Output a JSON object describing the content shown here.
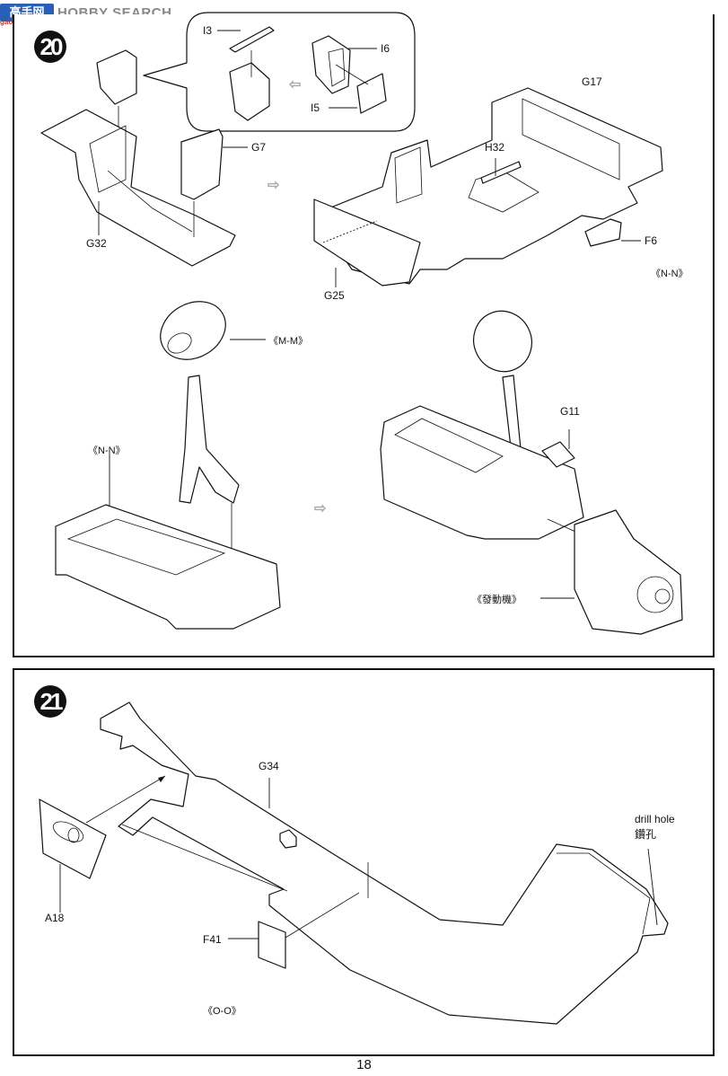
{
  "watermark": {
    "logo_text": "高手网",
    "site_text": "HOBBY SEARCH",
    "sub_text": "gao-shou.com"
  },
  "page": {
    "page_number": "18"
  },
  "step20": {
    "number": "20",
    "callout_labels": {
      "i3": "I3",
      "i5": "I5",
      "i6": "I6"
    },
    "part_labels": {
      "g7": "G7",
      "g32": "G32",
      "g17": "G17",
      "h32": "H32",
      "f6": "F6",
      "g25": "G25",
      "g11": "G11"
    },
    "subassembly_labels": {
      "nn_floor": "《N-N》",
      "mm_gear": "《M-M》",
      "nn_box": "《N-N》",
      "engine": "《發動機》"
    }
  },
  "step21": {
    "number": "21",
    "part_labels": {
      "g34": "G34",
      "a18": "A18",
      "f41": "F41"
    },
    "subassembly_label": "《O-O》",
    "drill_hole_en": "drill hole",
    "drill_hole_zh": "鑽孔"
  }
}
